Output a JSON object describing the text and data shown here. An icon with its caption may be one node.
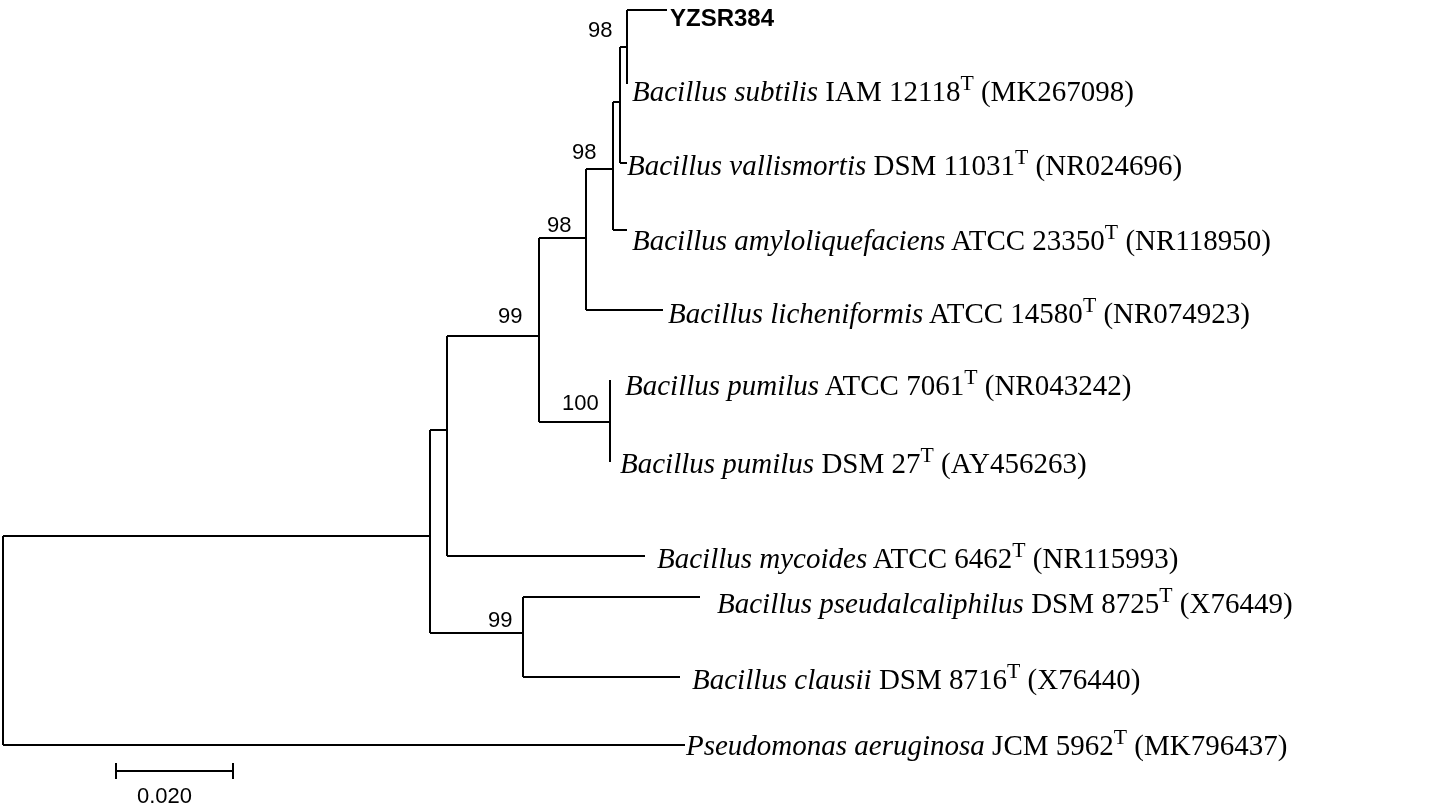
{
  "diagram": {
    "labels": [
      "YZSR384",
      "*Bacillus subtilis* IAM 12118$^{T}$ (MK267098)",
      "*Bacillus vallismortis* DSM 11031$^{T}$  (NR024696)",
      "*Bacillus amyloliquefaciens* ATCC 23350$^{T}$ (NR118950)",
      "*Bacillus licheniformis* ATCC 14580$^{T}$ (NR074923)",
      "*Bacillus pumilus* ATCC 7061$^{T}$ (NR043242)",
      "*Bacillus pumilus* DSM 27$^{T}$  (AY456263)",
      "*Bacillus mycoides* ATCC 6462$^{T}$ (NR115993)",
      "*Bacillus pseudalcaliphilus* DSM 8725$^{T}$ (X76449)",
      "*Bacillus clausii* DSM 8716$^{T}$  (X76440)",
      "*Pseudomonas aeruginosa* JCM 5962$^{T}$ (MK796437)",
      "98",
      "98",
      "98",
      "99",
      "100",
      "99",
      "0.020"
    ]
  }
}
